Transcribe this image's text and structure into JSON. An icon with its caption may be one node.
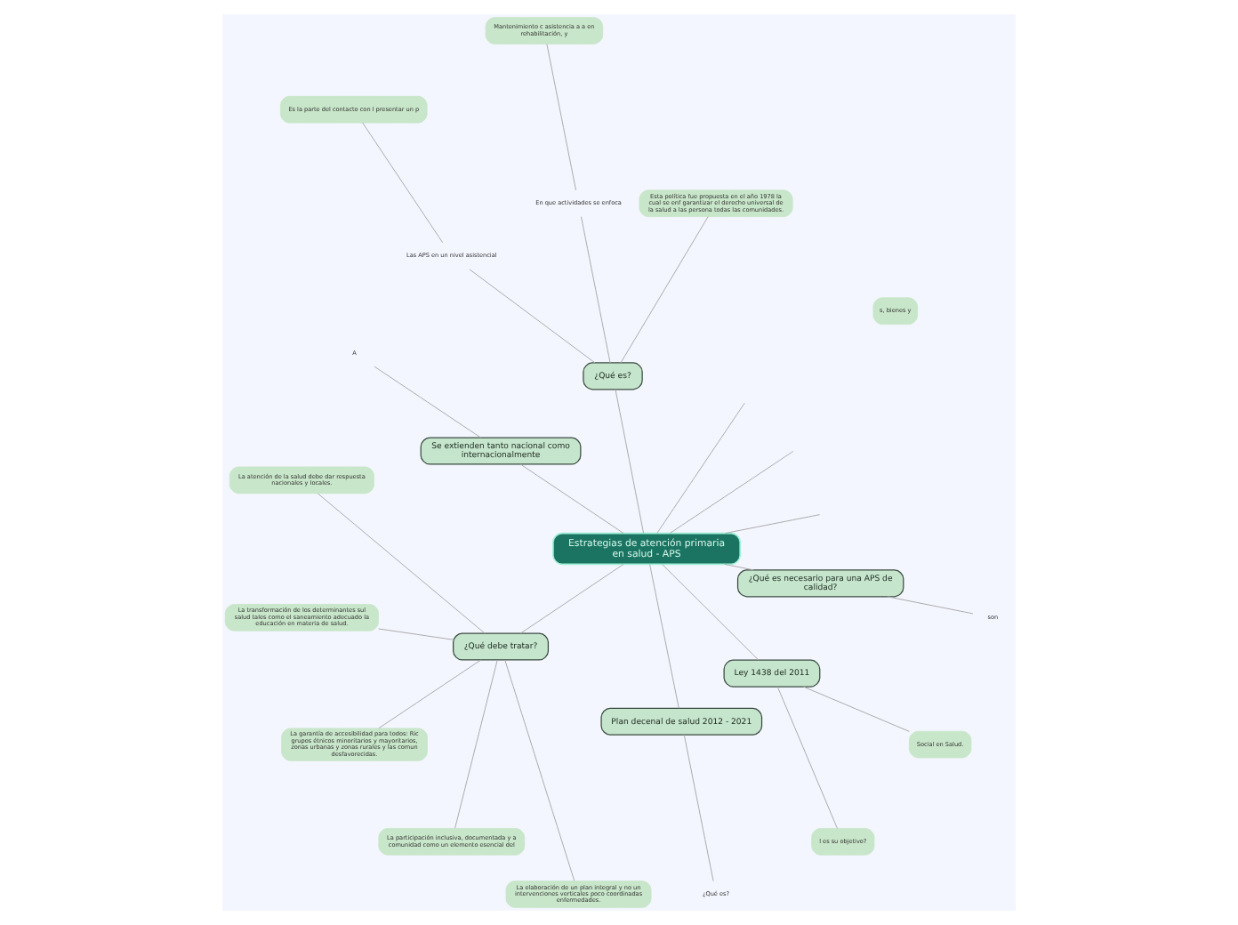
{
  "diagram": {
    "nodes": [
      {
        "text": [
          "Estrategias de atención primaria en salud - APS"
        ]
      },
      {
        "text": [
          "¿Qué es?"
        ]
      },
      {
        "text": [
          "Esta política fue propuesta en el año 1978 la cual se enf garantizar el derecho universal de la salud a las persona todas las comunidades."
        ]
      },
      {
        "text": [
          "En que actividades se enfoca"
        ]
      },
      {
        "text": [
          "Mantenimiento c asistencia a a en rehabilitación, y"
        ]
      },
      {
        "text": [
          "Las APS en un nivel asistencial"
        ]
      },
      {
        "text": [
          "Es la parte del contacto con l presentar un p"
        ]
      },
      {
        "text": [
          "Se extienden tanto nacional como internacionalmente"
        ]
      },
      {
        "text": [
          "A"
        ]
      },
      {
        "text": [
          "¿Qué debe tratar?"
        ]
      },
      {
        "text": [
          "La atención de la salud debe dar respuesta nacionales y locales."
        ]
      },
      {
        "text": [
          "La transformación de los determinantes sul salud tales como el saneamiento adecuado la educación en materia de salud."
        ]
      },
      {
        "text": [
          "La garantía de accesibilidad para todos: Ric grupos étnicos minoritarios y mayoritarios, zonas urbanas y zonas rurales y las comun desfavorecidas."
        ]
      },
      {
        "text": [
          "La participación inclusiva, documentada y a comunidad como un elemento esencial del"
        ]
      },
      {
        "text": [
          "La elaboración de un plan integral y no un intervenciones verticales poco coordinadas enfermedades."
        ]
      },
      {
        "text": [
          "Plan decenal de salud 2012 - 2021"
        ]
      },
      {
        "text": [
          "¿Qué es?"
        ]
      },
      {
        "text": [
          "Ley 1438 del 2011"
        ]
      },
      {
        "text": [
          "l es su objetivo?"
        ]
      },
      {
        "text": [
          "Social en Salud."
        ]
      },
      {
        "text": [
          "¿Qué es necesario para una APS de calidad?"
        ]
      },
      {
        "text": [
          "son"
        ]
      }
    ],
    "edges": [
      {
        "from": 0,
        "to": 1,
        "arrow": "none"
      },
      {
        "from": 1,
        "to": 2,
        "arrow": "none"
      },
      {
        "from": 1,
        "to": 3,
        "arrow": "none"
      },
      {
        "from": 3,
        "to": 4,
        "arrow": "none"
      },
      {
        "from": 1,
        "to": 5,
        "arrow": "none"
      },
      {
        "from": 5,
        "to": 6,
        "arrow": "none"
      },
      {
        "from": 0,
        "to": 7,
        "arrow": "none"
      },
      {
        "from": 7,
        "to": 8,
        "arrow": "none"
      },
      {
        "from": 0,
        "to": 9,
        "arrow": "none"
      },
      {
        "from": 9,
        "to": 10,
        "arrow": "none"
      },
      {
        "from": 9,
        "to": 11,
        "arrow": "none"
      },
      {
        "from": 9,
        "to": 12,
        "arrow": "none"
      },
      {
        "from": 9,
        "to": 13,
        "arrow": "none"
      },
      {
        "from": 9,
        "to": 14,
        "arrow": "none"
      },
      {
        "from": 0,
        "to": 15,
        "arrow": "none"
      },
      {
        "from": 15,
        "to": 16,
        "arrow": "none"
      },
      {
        "from": 0,
        "to": 17,
        "arrow": "none"
      },
      {
        "from": 17,
        "to": 18,
        "arrow": "none"
      },
      {
        "from": 17,
        "to": 19,
        "arrow": "none"
      },
      {
        "from": 0,
        "to": 20,
        "arrow": "none"
      },
      {
        "from": 20,
        "to": 21,
        "arrow": "none"
      },
      {
        "from": 0,
        "to": null,
        "arrow": "none"
      },
      {
        "from": 0,
        "to": null,
        "arrow": "none"
      },
      {
        "from": 0,
        "to": null,
        "arrow": "none"
      }
    ],
    "labels": [
      "s, bienes y"
    ]
  }
}
